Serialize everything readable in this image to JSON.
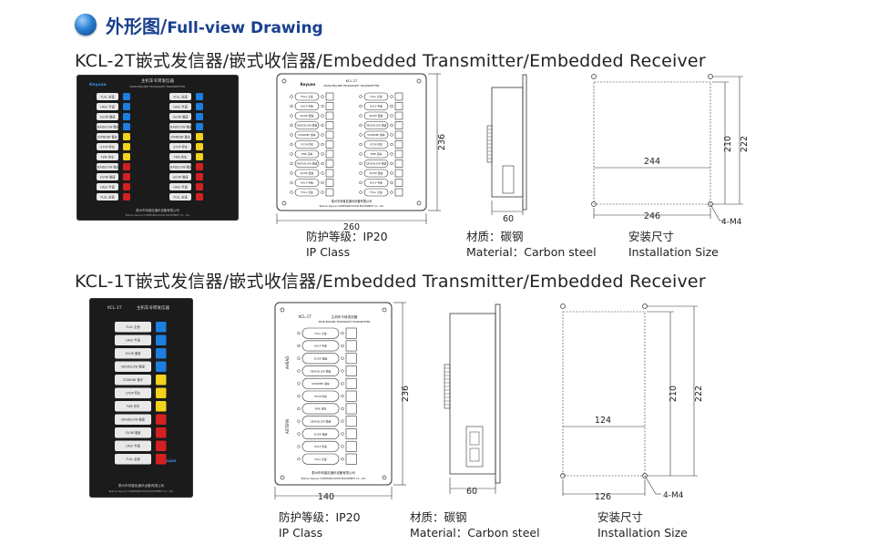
{
  "header": {
    "title_cn": "外形图/",
    "title_en": "Full-view Drawing",
    "icon": "globe-icon"
  },
  "section1": {
    "title": "KCL-2T嵌式发信器/嵌式收信器/Embedded Transmitter/Embedded Receiver",
    "front_width": "260",
    "front_height": "236",
    "side_depth": "60",
    "install_width_inner": "244",
    "install_width_outer": "246",
    "install_height_inner": "210",
    "install_height_outer": "222",
    "holes": "4-M4"
  },
  "section2": {
    "title": "KCL-1T嵌式发信器/嵌式收信器/Embedded Transmitter/Embedded Receiver",
    "front_width": "140",
    "front_height": "236",
    "side_depth": "60",
    "install_width_inner": "124",
    "install_width_outer": "126",
    "install_height_inner": "210",
    "install_height_outer": "222",
    "holes": "4-M4"
  },
  "labels": {
    "ip_cn": "防护等级：IP20",
    "ip_en": "IP Class",
    "material_cn": "材质：碳钢",
    "material_en": "Material：Carbon steel",
    "install_cn": "安装尺寸",
    "install_en": "Installation Size"
  },
  "panel": {
    "model_2t": "KCL-2T",
    "model_1t": "KCL-1T",
    "title_cn": "主机车令转发信器",
    "title_en": "MAIN ENGINE TELEGRAPH TRANSMITTER",
    "brand": "Keyuan",
    "company_cn": "泰州市柯普尼通讯设备有限公司",
    "company_en": "Taizhou Keyuan COMMUNICATION EQUIPMENT Co., Ltd.",
    "ahead": "AHEAD",
    "astern": "ASTERN",
    "orders": [
      "FULL 全速",
      "HALF 半速",
      "SLOW 慢速",
      "DEADSLOW 微速",
      "STANDBY 备车",
      "STOP 停车",
      "FWE 完车",
      "DEADSLOW 微速",
      "SLOW 慢速",
      "HALF 半速",
      "FULL 全速"
    ]
  },
  "colors": {
    "title_blue": "#1a3f8f",
    "ahead_blue": "#1c7fe0",
    "astern_red": "#d42020",
    "lamp_yellow": "#f2d21b"
  }
}
